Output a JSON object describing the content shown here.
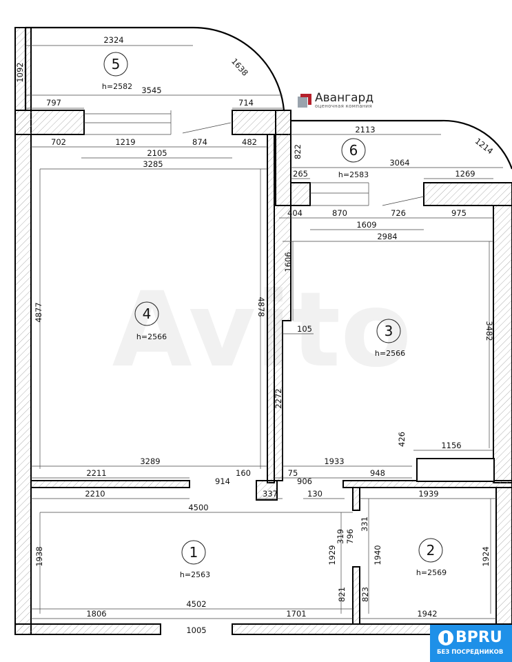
{
  "watermark": "Avito",
  "logo": {
    "title": "Авангард",
    "subtitle": "оценочная компания",
    "colors": {
      "red": "#b5202b",
      "gray": "#9aa3ad"
    }
  },
  "badge": {
    "title": "BPRU",
    "subtitle": "БЕЗ ПОСРЕДНИКОВ",
    "color": "#1e90e8"
  },
  "rooms": [
    {
      "number": "5",
      "height": "h=2582"
    },
    {
      "number": "6",
      "height": "h=2583"
    },
    {
      "number": "4",
      "height": "h=2566"
    },
    {
      "number": "3",
      "height": "h=2566"
    },
    {
      "number": "1",
      "height": "h=2563"
    },
    {
      "number": "2",
      "height": "h=2569"
    }
  ],
  "dimensions": [
    "2324",
    "1092",
    "1638",
    "3545",
    "797",
    "714",
    "702",
    "1219",
    "874",
    "482",
    "2105",
    "3285",
    "2113",
    "822",
    "1214",
    "265",
    "3064",
    "1269",
    "404",
    "870",
    "726",
    "975",
    "1609",
    "2984",
    "4877",
    "4878",
    "1606",
    "105",
    "3482",
    "2272",
    "426",
    "1156",
    "3289",
    "1933",
    "2211",
    "160",
    "75",
    "948",
    "914",
    "906",
    "337",
    "130",
    "2210",
    "1939",
    "4500",
    "319",
    "796",
    "331",
    "1938",
    "1929",
    "1940",
    "1924",
    "821",
    "823",
    "4502",
    "1806",
    "1701",
    "1942",
    "1005"
  ]
}
